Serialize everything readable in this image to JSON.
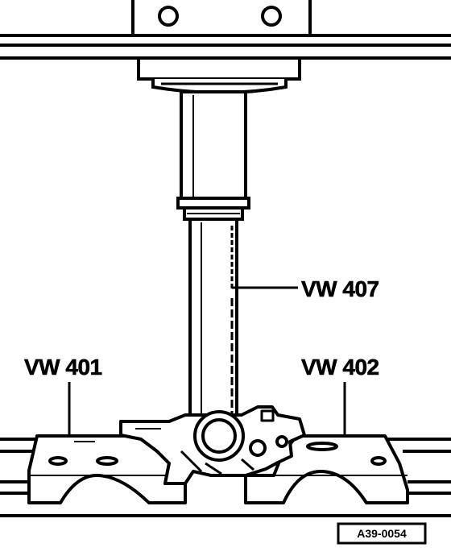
{
  "labels": {
    "vw407": "VW 407",
    "vw401": "VW 401",
    "vw402": "VW 402"
  },
  "figure_id": "A39-0054",
  "colors": {
    "ink": "#000000",
    "paper": "#ffffff"
  }
}
